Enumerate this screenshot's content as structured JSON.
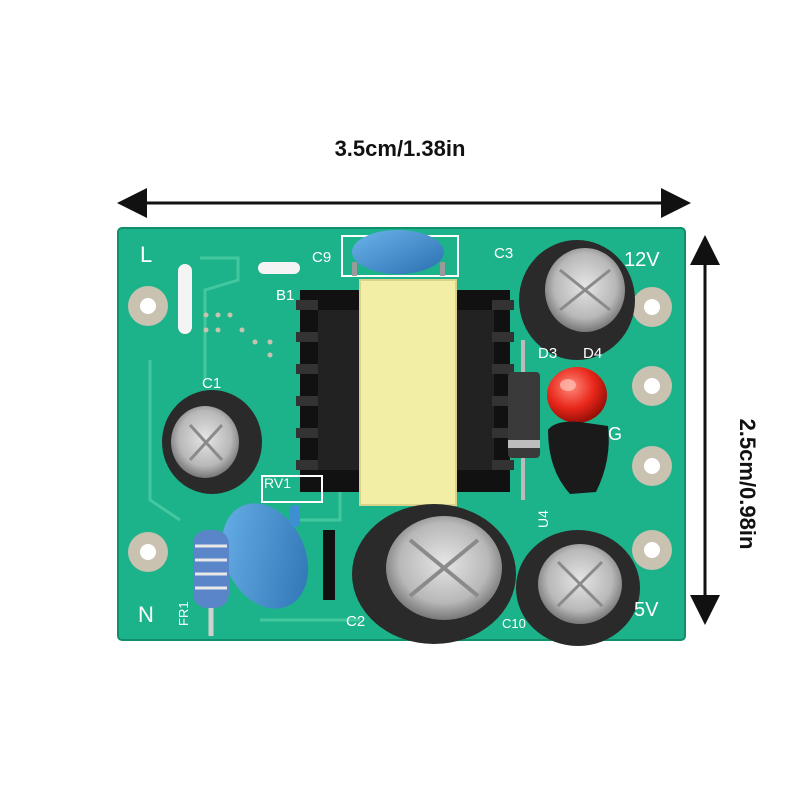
{
  "dimensions": {
    "width_label": "3.5cm/1.38in",
    "height_label": "2.5cm/0.98in"
  },
  "board": {
    "silkscreen": {
      "terminal_l": "L",
      "terminal_n": "N",
      "c9": "C9",
      "c3": "C3",
      "out_12v": "12V",
      "b1": "B1",
      "c1": "C1",
      "d3": "D3",
      "d4": "D4",
      "g": "G",
      "rv1": "RV1",
      "u4": "U4",
      "fr1": "FR1",
      "c2": "C2",
      "c10": "C10",
      "out_5v": "5V"
    },
    "colors": {
      "pcb": "#1db38a",
      "pad": "#c9c2b0",
      "transformer": "#f2eea6",
      "y_cap": "#3e8fd1",
      "led": "#e8261a",
      "capacitor": "#2a2a2a"
    }
  }
}
